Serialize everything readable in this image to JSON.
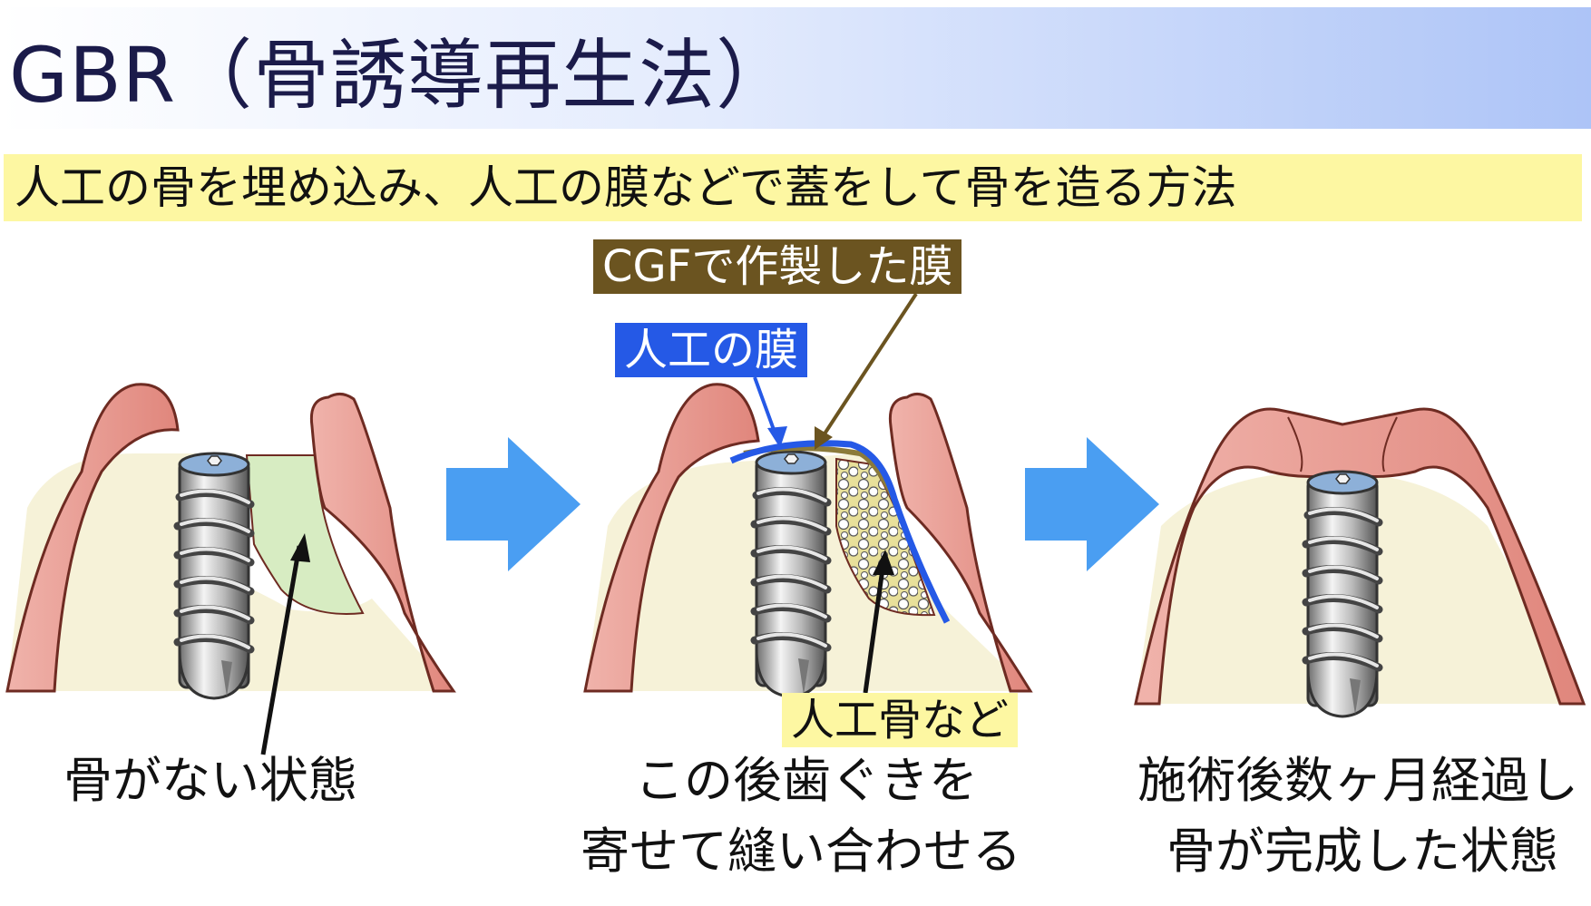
{
  "title": "GBR（骨誘導再生法）",
  "subtitle": "人工の骨を埋め込み、人工の膜などで蓋をして骨を造る方法",
  "labels": {
    "cgf_membrane": "CGFで作製した膜",
    "artificial_membrane": "人工の膜",
    "artificial_bone": "人工骨など"
  },
  "captions": {
    "step1": "骨がない状態",
    "step2_line1": "この後歯ぐきを",
    "step2_line2": "寄せて縫い合わせる",
    "step3_line1": "施術後数ヶ月経過し",
    "step3_line2": "骨が完成した状態"
  },
  "colors": {
    "gum": "#e79a92",
    "gum_outline": "#6e2b22",
    "bone": "#f6f2d8",
    "defect": "#d7ecc2",
    "implant_top": "#8db0d8",
    "arrow": "#4a9ef2",
    "membrane": "#2559e6",
    "cgf": "#6b5420",
    "highlight": "#fdf7a2"
  }
}
